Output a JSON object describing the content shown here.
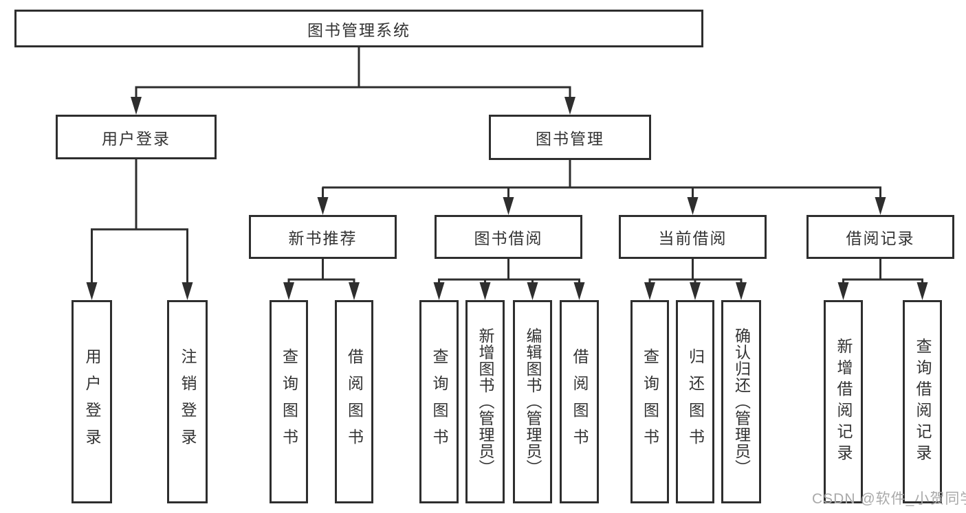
{
  "diagram": {
    "title": "图书管理系统",
    "nodes": {
      "root": "图书管理系统",
      "user_login": "用户登录",
      "book_management": "图书管理",
      "new_book_recommend": "新书推荐",
      "book_borrowing": "图书借阅",
      "current_borrowing": "当前借阅",
      "borrowing_records": "借阅记录",
      "login": "用户登录",
      "logout": "注销登录",
      "nb_query_books": "查询图书",
      "nb_borrow_books": "借阅图书",
      "bb_query_books": "查询图书",
      "bb_add_books": "新增图书（管理员）",
      "bb_edit_books": "编辑图书（管理员）",
      "bb_borrow_books": "借阅图书",
      "cb_query_books": "查询图书",
      "cb_return_books": "归还图书",
      "cb_confirm_return": "确认归还（管理员）",
      "br_add_record": "新增借阅记录",
      "br_query_record": "查询借阅记录"
    },
    "hierarchy": {
      "图书管理系统": [
        "用户登录",
        "图书管理"
      ],
      "用户登录": [
        "用户登录",
        "注销登录"
      ],
      "图书管理": [
        "新书推荐",
        "图书借阅",
        "当前借阅",
        "借阅记录"
      ],
      "新书推荐": [
        "查询图书",
        "借阅图书"
      ],
      "图书借阅": [
        "查询图书",
        "新增图书（管理员）",
        "编辑图书（管理员）",
        "借阅图书"
      ],
      "当前借阅": [
        "查询图书",
        "归还图书",
        "确认归还（管理员）"
      ],
      "借阅记录": [
        "新增借阅记录",
        "查询借阅记录"
      ]
    },
    "colors": {
      "line": "#2e2e2e",
      "text": "#333333",
      "background": "#ffffff",
      "watermark": "#a9a9a9"
    }
  },
  "watermark": "CSDN @软件_小贺同学"
}
